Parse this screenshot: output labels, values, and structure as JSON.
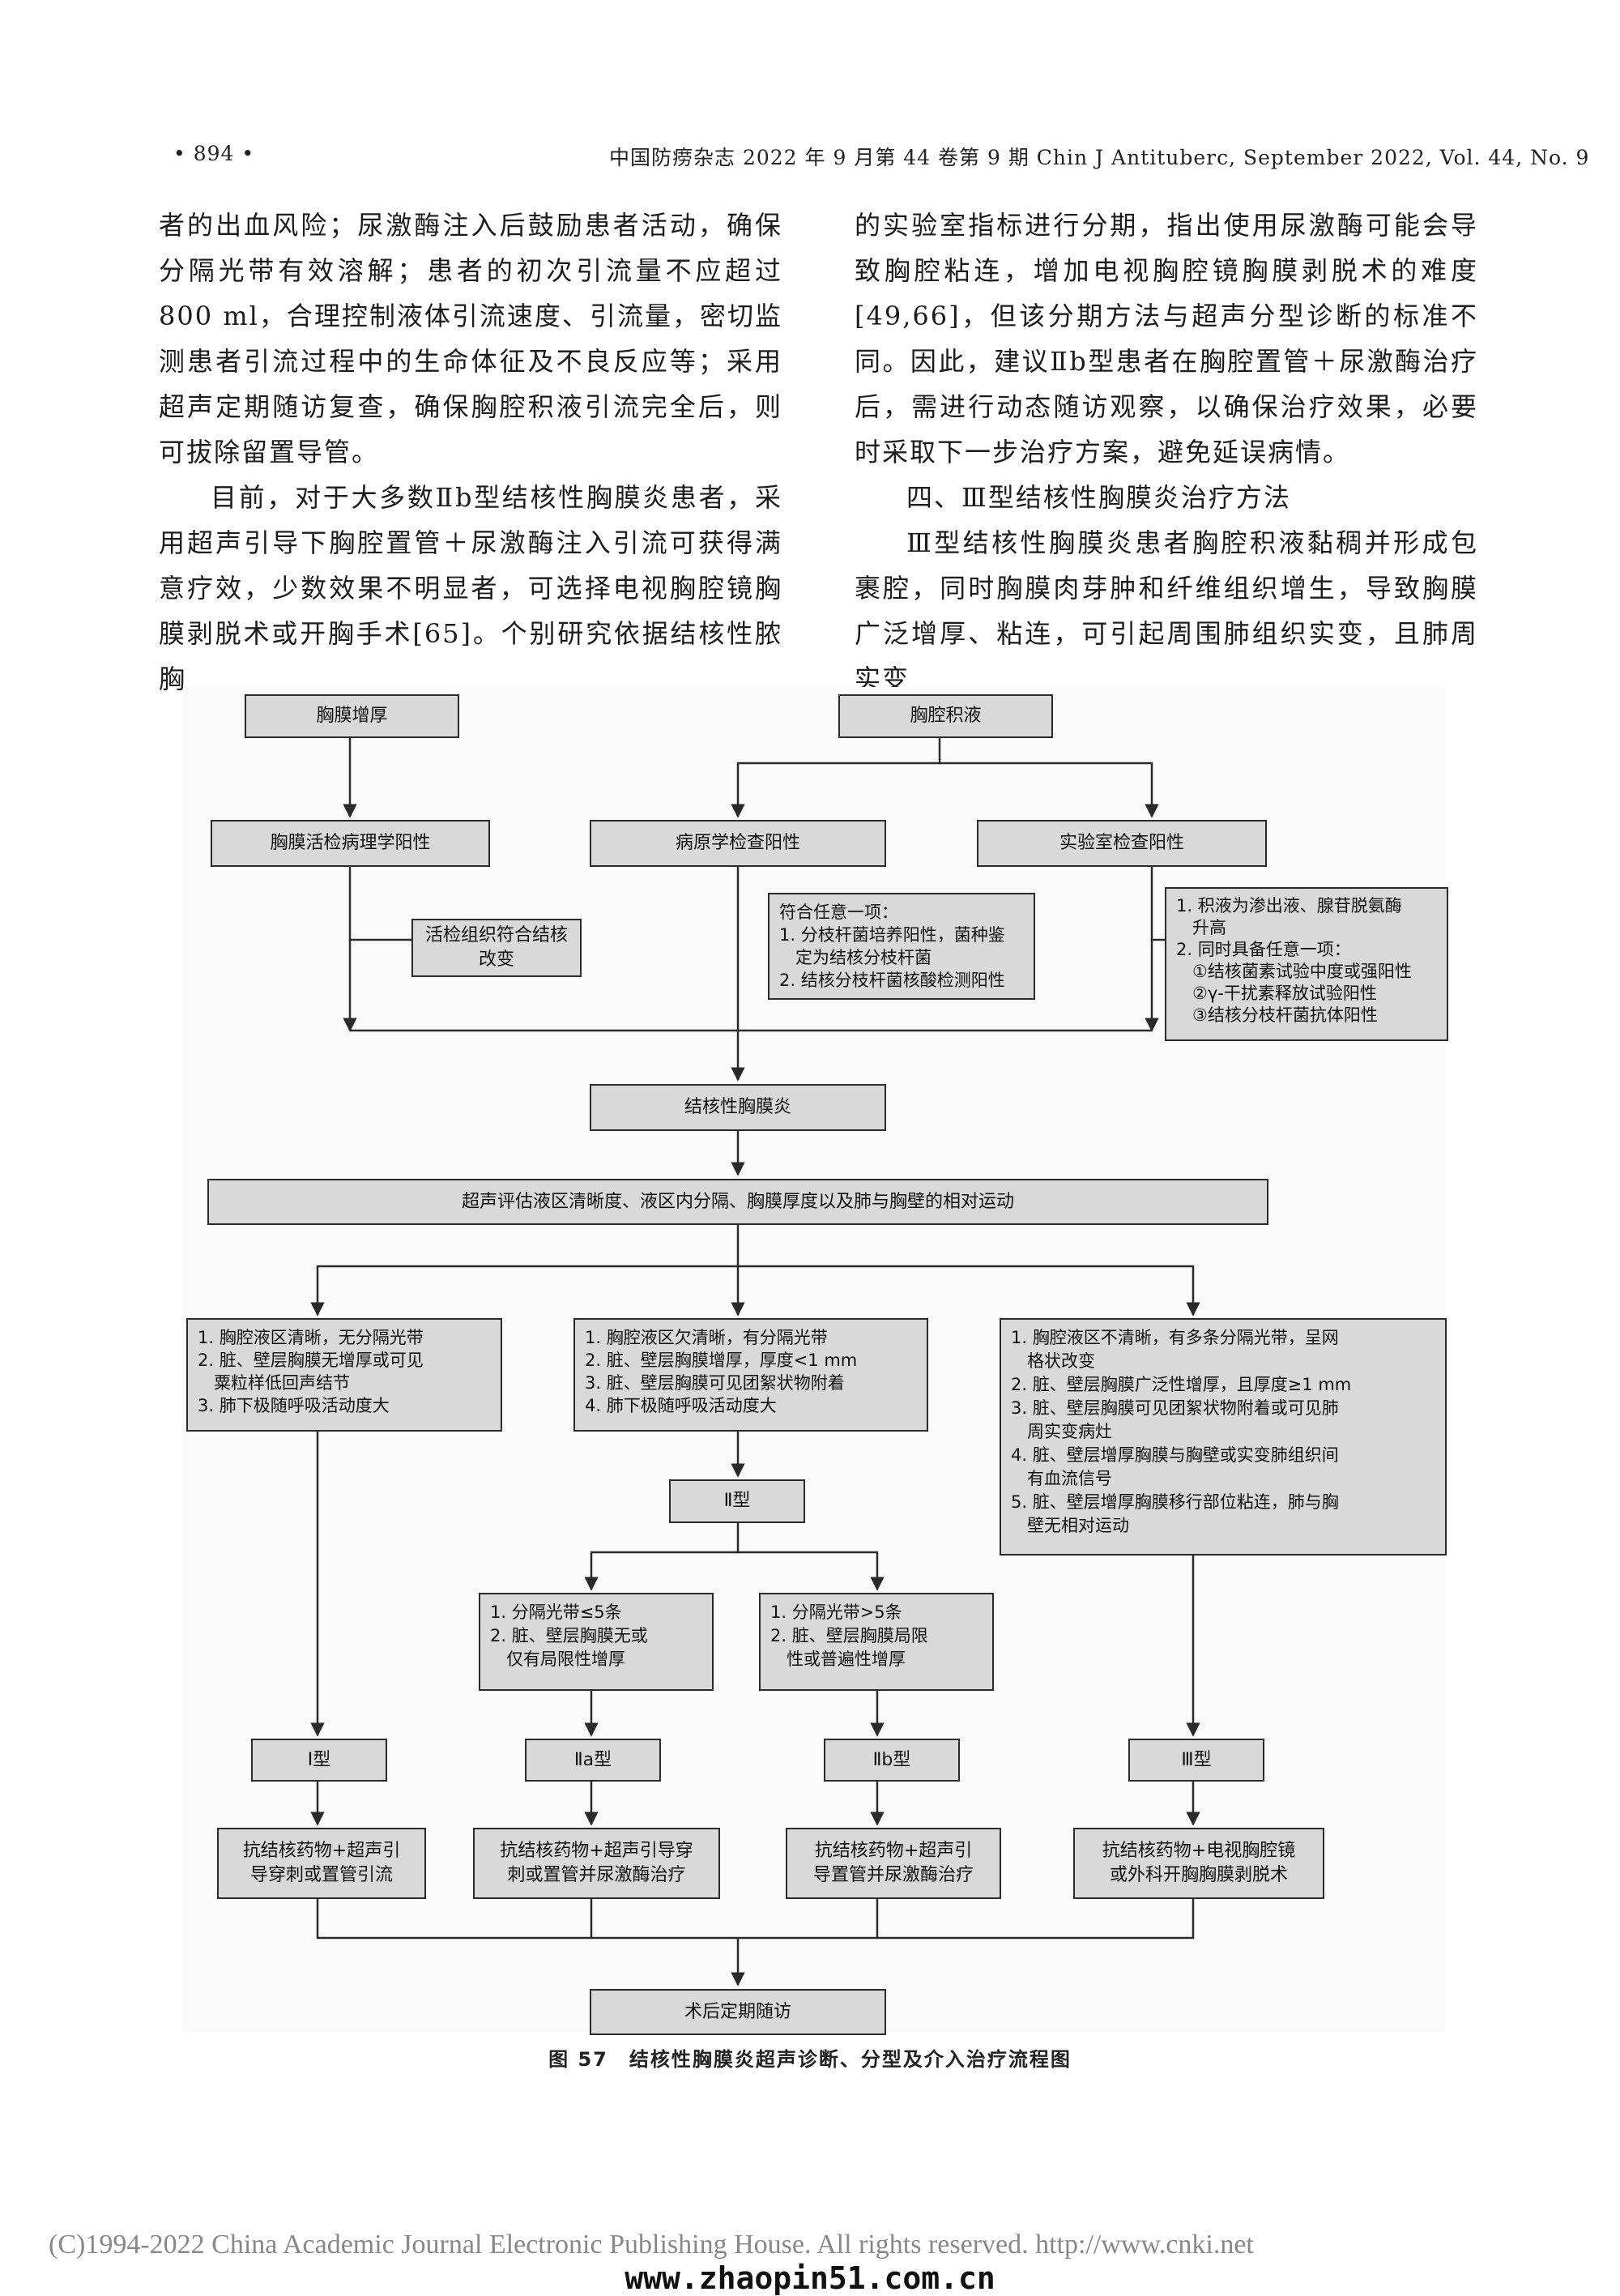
{
  "header": {
    "page_number": "• 894 •",
    "journal": "中国防痨杂志 2022 年 9 月第 44 卷第 9 期   Chin J Antituberc, September 2022, Vol. 44, No. 9"
  },
  "left_column": [
    "者的出血风险；尿激酶注入后鼓励患者活动，确保分隔光带有效溶解；患者的初次引流量不应超过800 ml，合理控制液体引流速度、引流量，密切监测患者引流过程中的生命体征及不良反应等；采用超声定期随访复查，确保胸腔积液引流完全后，则可拔除留置导管。",
    "目前，对于大多数Ⅱb型结核性胸膜炎患者，采用超声引导下胸腔置管＋尿激酶注入引流可获得满意疗效，少数效果不明显者，可选择电视胸腔镜胸膜剥脱术或开胸手术[65]。个别研究依据结核性脓胸"
  ],
  "right_column": [
    "的实验室指标进行分期，指出使用尿激酶可能会导致胸腔粘连，增加电视胸腔镜胸膜剥脱术的难度[49,66]，但该分期方法与超声分型诊断的标准不同。因此，建议Ⅱb型患者在胸腔置管＋尿激酶治疗后，需进行动态随访观察，以确保治疗效果，必要时采取下一步治疗方案，避免延误病情。",
    "四、Ⅲ型结核性胸膜炎治疗方法",
    "Ⅲ型结核性胸膜炎患者胸腔积液黏稠并形成包裹腔，同时胸膜肉芽肿和纤维组织增生，导致胸膜广泛增厚、粘连，可引起周围肺组织实变，且肺周实变"
  ],
  "flowchart": {
    "pleural_thickening": "胸膜增厚",
    "pleural_effusion": "胸腔积液",
    "biopsy_positive": "胸膜活检病理学阳性",
    "pathogen_positive": "病原学检查阳性",
    "lab_positive": "实验室检查阳性",
    "biopsy_criteria": "活检组织符合结核改变",
    "pathogen_criteria": "符合任意一项：\n1. 分枝杆菌培养阳性，菌种鉴\n   定为结核分枝杆菌\n2. 结核分枝杆菌核酸检测阳性",
    "lab_criteria": "1. 积液为渗出液、腺苷脱氨酶\n   升高\n2. 同时具备任意一项：\n   ①结核菌素试验中度或强阳性\n   ②γ-干扰素释放试验阳性\n   ③结核分枝杆菌抗体阳性",
    "tb_pleurisy": "结核性胸膜炎",
    "ultrasound_eval": "超声评估液区清晰度、液区内分隔、胸膜厚度以及肺与胸壁的相对运动",
    "criteria_type1": "1. 胸腔液区清晰，无分隔光带\n2. 脏、壁层胸膜无增厚或可见\n   粟粒样低回声结节\n3. 肺下极随呼吸活动度大",
    "criteria_type2": "1. 胸腔液区欠清晰，有分隔光带\n2. 脏、壁层胸膜增厚，厚度<1 mm\n3. 脏、壁层胸膜可见团絮状物附着\n4. 肺下极随呼吸活动度大",
    "criteria_type3": "1. 胸腔液区不清晰，有多条分隔光带，呈网\n   格状改变\n2. 脏、壁层胸膜广泛性增厚，且厚度≥1 mm\n3. 脏、壁层胸膜可见团絮状物附着或可见肺\n   周实变病灶\n4. 脏、壁层增厚胸膜与胸壁或实变肺组织间\n   有血流信号\n5. 脏、壁层增厚胸膜移行部位粘连，肺与胸\n   壁无相对运动",
    "type2": "Ⅱ型",
    "criteria_type2a": "1. 分隔光带≤5条\n2. 脏、壁层胸膜无或\n   仅有局限性增厚",
    "criteria_type2b": "1. 分隔光带>5条\n2. 脏、壁层胸膜局限\n   性或普遍性增厚",
    "type1": "Ⅰ型",
    "type2a": "Ⅱa型",
    "type2b": "Ⅱb型",
    "type3": "Ⅲ型",
    "treat_type1": "抗结核药物+超声引\n导穿刺或置管引流",
    "treat_type2a": "抗结核药物+超声引导穿\n刺或置管并尿激酶治疗",
    "treat_type2b": "抗结核药物+超声引\n导置管并尿激酶治疗",
    "treat_type3": "抗结核药物+电视胸腔镜\n或外科开胸胸膜剥脱术",
    "follow_up": "术后定期随访"
  },
  "caption": "图 57　结核性胸膜炎超声诊断、分型及介入治疗流程图",
  "footer": {
    "copyright": "(C)1994-2022 China Academic Journal Electronic Publishing House. All rights reserved.    http://www.cnki.net",
    "watermark": "www.zhaopin51.com.cn"
  }
}
